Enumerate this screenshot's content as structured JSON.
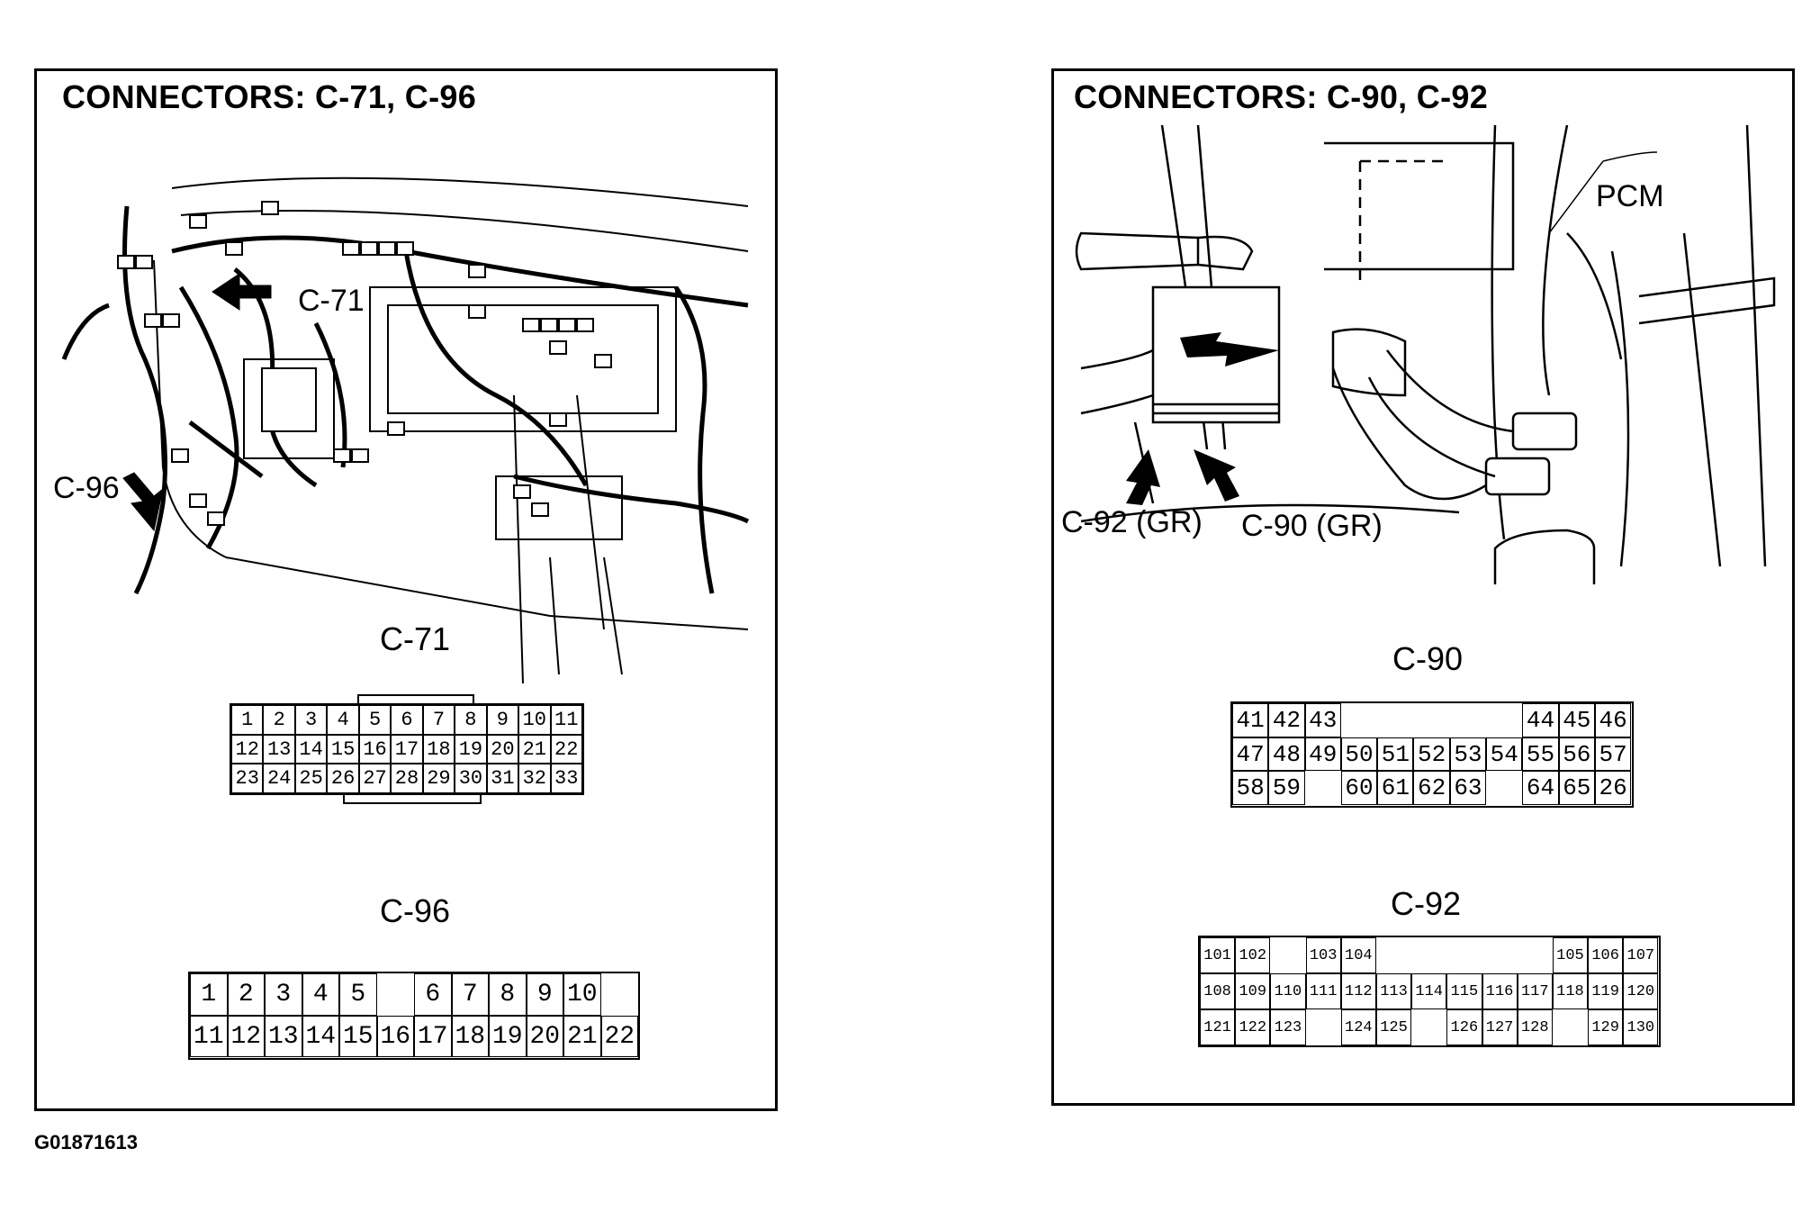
{
  "figure_id": "G01871613",
  "left_panel": {
    "title": "CONNECTORS: C-71, C-96",
    "callouts": {
      "c71": "C-71",
      "c96": "C-96"
    },
    "c71": {
      "label": "C-71",
      "rows": [
        [
          "1",
          "2",
          "3",
          "4",
          "5",
          "6",
          "7",
          "8",
          "9",
          "10",
          "11"
        ],
        [
          "12",
          "13",
          "14",
          "15",
          "16",
          "17",
          "18",
          "19",
          "20",
          "21",
          "22"
        ],
        [
          "23",
          "24",
          "25",
          "26",
          "27",
          "28",
          "29",
          "30",
          "31",
          "32",
          "33"
        ]
      ]
    },
    "c96": {
      "label": "C-96",
      "rows": [
        [
          "1",
          "2",
          "3",
          "4",
          "5",
          "",
          "6",
          "7",
          "8",
          "9",
          "10"
        ],
        [
          "11",
          "12",
          "13",
          "14",
          "15",
          "16",
          "17",
          "18",
          "19",
          "20",
          "21",
          "22"
        ]
      ]
    }
  },
  "right_panel": {
    "title": "CONNECTORS: C-90, C-92",
    "callouts": {
      "pcm": "PCM",
      "c92": "C-92 (GR)",
      "c90": "C-90 (GR)"
    },
    "c90": {
      "label": "C-90",
      "rows": [
        [
          "41",
          "42",
          "43",
          "",
          "",
          "",
          "",
          "",
          "44",
          "45",
          "46"
        ],
        [
          "47",
          "48",
          "49",
          "50",
          "51",
          "52",
          "53",
          "54",
          "55",
          "56",
          "57"
        ],
        [
          "58",
          "59",
          "",
          "60",
          "61",
          "62",
          "63",
          "",
          "64",
          "65",
          "26"
        ]
      ]
    },
    "c92": {
      "label": "C-92",
      "rows": [
        [
          "101",
          "102",
          "",
          "103",
          "104",
          "",
          "",
          "",
          "",
          "",
          "105",
          "106",
          "107"
        ],
        [
          "108",
          "109",
          "110",
          "111",
          "112",
          "113",
          "114",
          "115",
          "116",
          "117",
          "118",
          "119",
          "120"
        ],
        [
          "121",
          "122",
          "123",
          "",
          "124",
          "125",
          "",
          "126",
          "127",
          "128",
          "",
          "129",
          "130"
        ]
      ]
    }
  }
}
